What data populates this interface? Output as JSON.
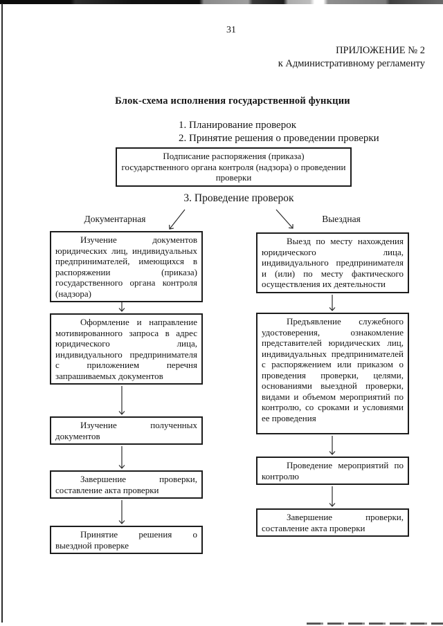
{
  "page": {
    "number": "31",
    "appendix_lines": [
      "ПРИЛОЖЕНИЕ № 2",
      "к Административному регламенту"
    ],
    "title": "Блок-схема исполнения государственной функции"
  },
  "steps": {
    "item1": "1. Планирование проверок",
    "item2": "2. Принятие решения о проведении проверки",
    "section3": "3. Проведение проверок"
  },
  "top_box_lines": [
    "Подписание распоряжения (приказа)",
    "государственного органа контроля (надзора) о проведении",
    "проверки"
  ],
  "branches": {
    "documentary": {
      "label": "Документарная",
      "boxes": [
        "Изучение документов юридических лиц, индивидуальных предпринимателей, имеющихся в распоряжении (приказа) государственного органа контроля (надзора)",
        "Оформление и направление мотивированного запроса в адрес юридического лица, индивидуального предпринимателя с приложением перечня запрашиваемых документов",
        "Изучение полученных документов",
        "Завершение проверки, составление акта проверки",
        "Принятие решения о выездной проверке"
      ]
    },
    "field": {
      "label": "Выездная",
      "boxes": [
        "Выезд по месту нахождения юридического лица, индивидуального предпринимателя и (или) по месту фактического осуществления их деятельности",
        "Предъявление служебного удостоверения, ознакомление представителей юридических лиц, индивидуальных предпринимателей с распоряжением или приказом о проведения проверки, целями, основаниями выездной проверки, видами и объемом мероприятий по контролю, со сроками и условиями ее проведения",
        "Проведение мероприятий по контролю",
        "Завершение проверки, составление акта проверки"
      ]
    }
  },
  "colors": {
    "ink": "#141414",
    "box_border": "#1c1c1c",
    "arrow": "#2a2a2a",
    "scan_edge": "#0c0c0c"
  }
}
